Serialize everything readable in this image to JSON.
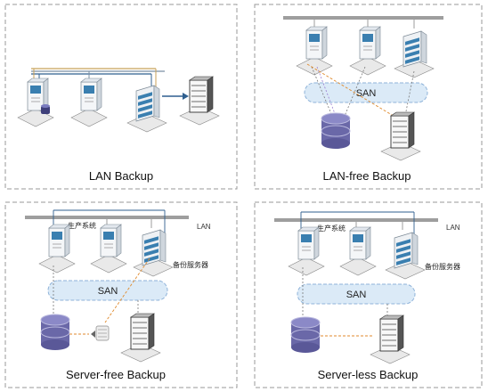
{
  "colors": {
    "lan_bus": "#9e9e9e",
    "san_fill": "#dbeaf7",
    "san_stroke": "#8fb3d9",
    "disk": "#6a68a8",
    "link_blue": "#2f5f8f",
    "link_orange": "#e08a2c",
    "link_gray": "#777777",
    "server_blue": "#3a7fb0"
  },
  "panels": [
    {
      "id": "lan-backup",
      "caption": "LAN Backup"
    },
    {
      "id": "lan-free",
      "caption": "LAN-free Backup",
      "san_label": "SAN"
    },
    {
      "id": "server-free",
      "caption": "Server-free Backup",
      "san_label": "SAN",
      "lan_label": "LAN",
      "production_label": "生产系统",
      "backup_server_label": "备份服务器"
    },
    {
      "id": "server-less",
      "caption": "Server-less Backup",
      "san_label": "SAN",
      "lan_label": "LAN",
      "production_label": "生产系统",
      "backup_server_label": "备份服务器"
    }
  ],
  "icons": [
    "tower-server-icon",
    "rack-server-icon",
    "tape-library-icon",
    "disk-array-icon",
    "tape-drive-icon",
    "arrow-icon"
  ]
}
